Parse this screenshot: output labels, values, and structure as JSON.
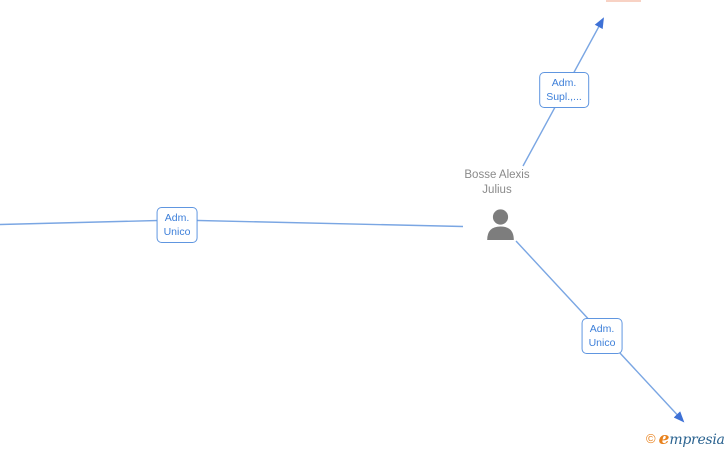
{
  "page": {
    "background": "#ffffff"
  },
  "graph": {
    "type": "relationship-diagram",
    "person": {
      "name": "Bosse Alexis\nJulius"
    },
    "edges": [
      {
        "label": "Adm.\nUnico",
        "from": "offscreen-left",
        "to": "person",
        "arrow": false
      },
      {
        "label": "Adm.\nSupl.,...",
        "from": "person",
        "to": "offscreen-top-right",
        "arrow": true
      },
      {
        "label": "Adm.\nUnico",
        "from": "person",
        "to": "offscreen-bottom-right",
        "arrow": true
      }
    ],
    "offscreen_node_fragment": {
      "position": "top-edge",
      "color": "#f8d2c4"
    }
  },
  "watermark": {
    "copyright_symbol": "©",
    "brand_initial": "e",
    "brand_rest": "mpresia"
  },
  "colors": {
    "edge_color": "#7aa6e3",
    "arrow_color": "#3e71d6",
    "label_border": "#6096e0",
    "label_text": "#3d7fd9",
    "person_fill": "#7d7d7d",
    "name_text": "#8a8a8a",
    "fragment_pink": "#f8d2c4",
    "logo_orange": "#e8821e",
    "logo_blue": "#2b6390"
  }
}
